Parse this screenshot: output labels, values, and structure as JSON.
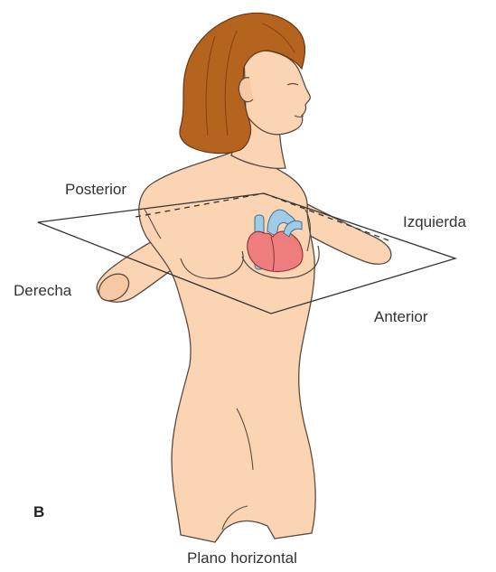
{
  "labels": {
    "posterior": "Posterior",
    "izquierda": "Izquierda",
    "derecha": "Derecha",
    "anterior": "Anterior",
    "panel": "B",
    "plane": "Plano horizontal"
  },
  "colors": {
    "skin": "#fbd5b3",
    "skin_outline": "#5a4a40",
    "hair": "#b5641f",
    "hair_shadow": "#7d3d0f",
    "heart": "#ee7e7e",
    "vessel": "#9fcbe6",
    "plane_line": "#333333"
  }
}
